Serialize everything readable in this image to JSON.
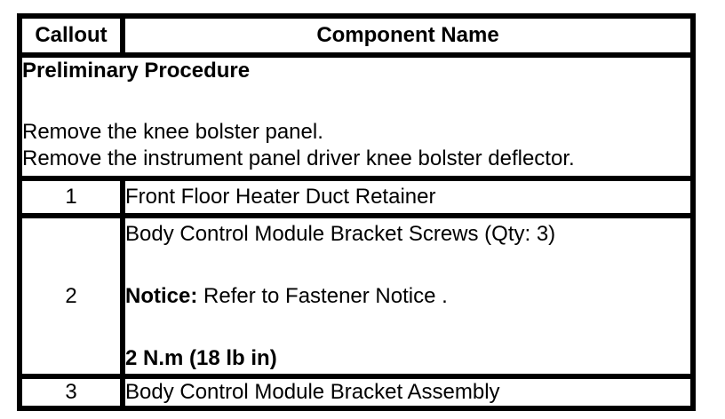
{
  "page": {
    "background": "#ffffff",
    "text_color": "#000000",
    "border_color": "#000000"
  },
  "table": {
    "header": {
      "callout": "Callout",
      "component": "Component Name"
    },
    "preliminary": {
      "title": "Preliminary Procedure",
      "steps": [
        "Remove the knee bolster panel.",
        "Remove the instrument panel driver knee bolster deflector."
      ]
    },
    "rows": [
      {
        "callout": "1",
        "component": "Front Floor Heater Duct Retainer"
      },
      {
        "callout": "2",
        "component": "Body Control Module Bracket Screws (Qty: 3)",
        "notice_label": "Notice:",
        "notice_text": " Refer to Fastener Notice .",
        "torque": "2 N.m (18 lb in)"
      },
      {
        "callout": "3",
        "component": "Body Control Module Bracket Assembly"
      }
    ]
  }
}
